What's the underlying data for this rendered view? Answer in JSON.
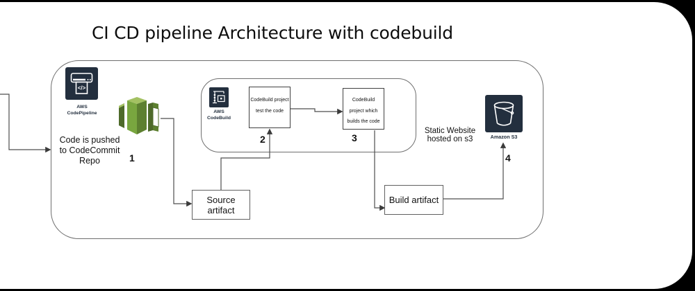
{
  "title": "CI CD pipeline Architecture with codebuild",
  "icons": {
    "codepipeline": {
      "line1": "AWS",
      "line2": "CodePipeline"
    },
    "codebuild": {
      "line1": "AWS",
      "line2": "CodeBuild"
    },
    "s3": {
      "label": "Amazon S3"
    }
  },
  "notes": {
    "commit": {
      "line1": "Code is  pushed",
      "line2": "to  CodeCommit",
      "line3": "Repo"
    },
    "static": {
      "line1": "Static Website",
      "line2": "hosted on s3"
    }
  },
  "boxes": {
    "test": {
      "line1": "CodeBuild project",
      "line2": "test the code"
    },
    "build": {
      "line1": "CodeBuild",
      "line2": "project which",
      "line3": "builds the code"
    },
    "source_artifact": "Source artifact",
    "build_artifact": "Build artifact"
  },
  "steps": {
    "s1": "1",
    "s2": "2",
    "s3": "3",
    "s4": "4"
  },
  "colors": {
    "background": "#000000",
    "sheet": "#ffffff",
    "aws_icon_navy": "#232f3e",
    "connector": "#4d4d4d",
    "green_light": "#a3c162",
    "green_mid": "#79a63f",
    "green_shade": "#5d8030",
    "green_dark": "#4e6a2a"
  }
}
